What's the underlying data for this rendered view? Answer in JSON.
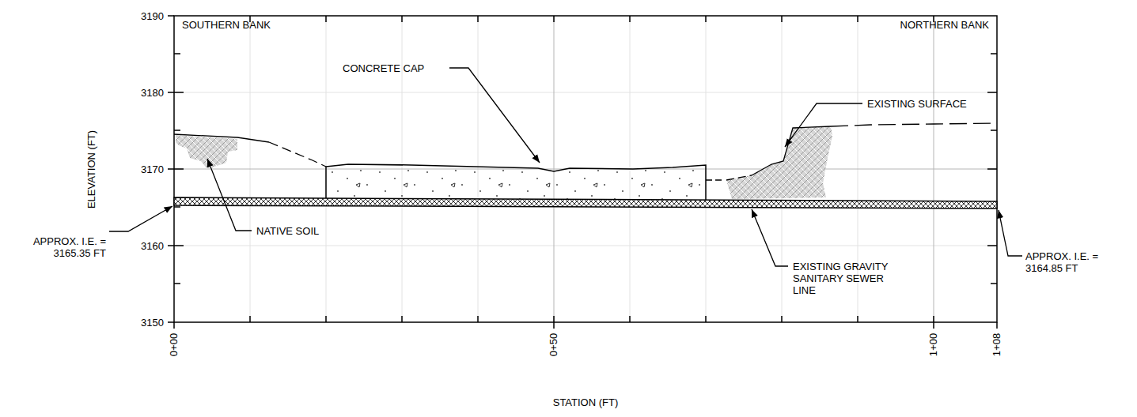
{
  "diagram": {
    "labels": [
      "SOUTHERN BANK",
      "NORTHERN BANK",
      "CONCRETE CAP",
      "EXISTING SURFACE",
      "NATIVE SOIL",
      "EXISTING GRAVITY SANITARY SEWER LINE",
      "APPROX. I.E. = 3165.35 FT",
      "APPROX. I.E. = 3164.85 FT",
      "ELEVATION (FT)",
      "3190",
      "3180",
      "3170",
      "3160",
      "3150",
      "0+00",
      "0+50",
      "1+00",
      "1+08",
      "STATION (FT)"
    ]
  }
}
